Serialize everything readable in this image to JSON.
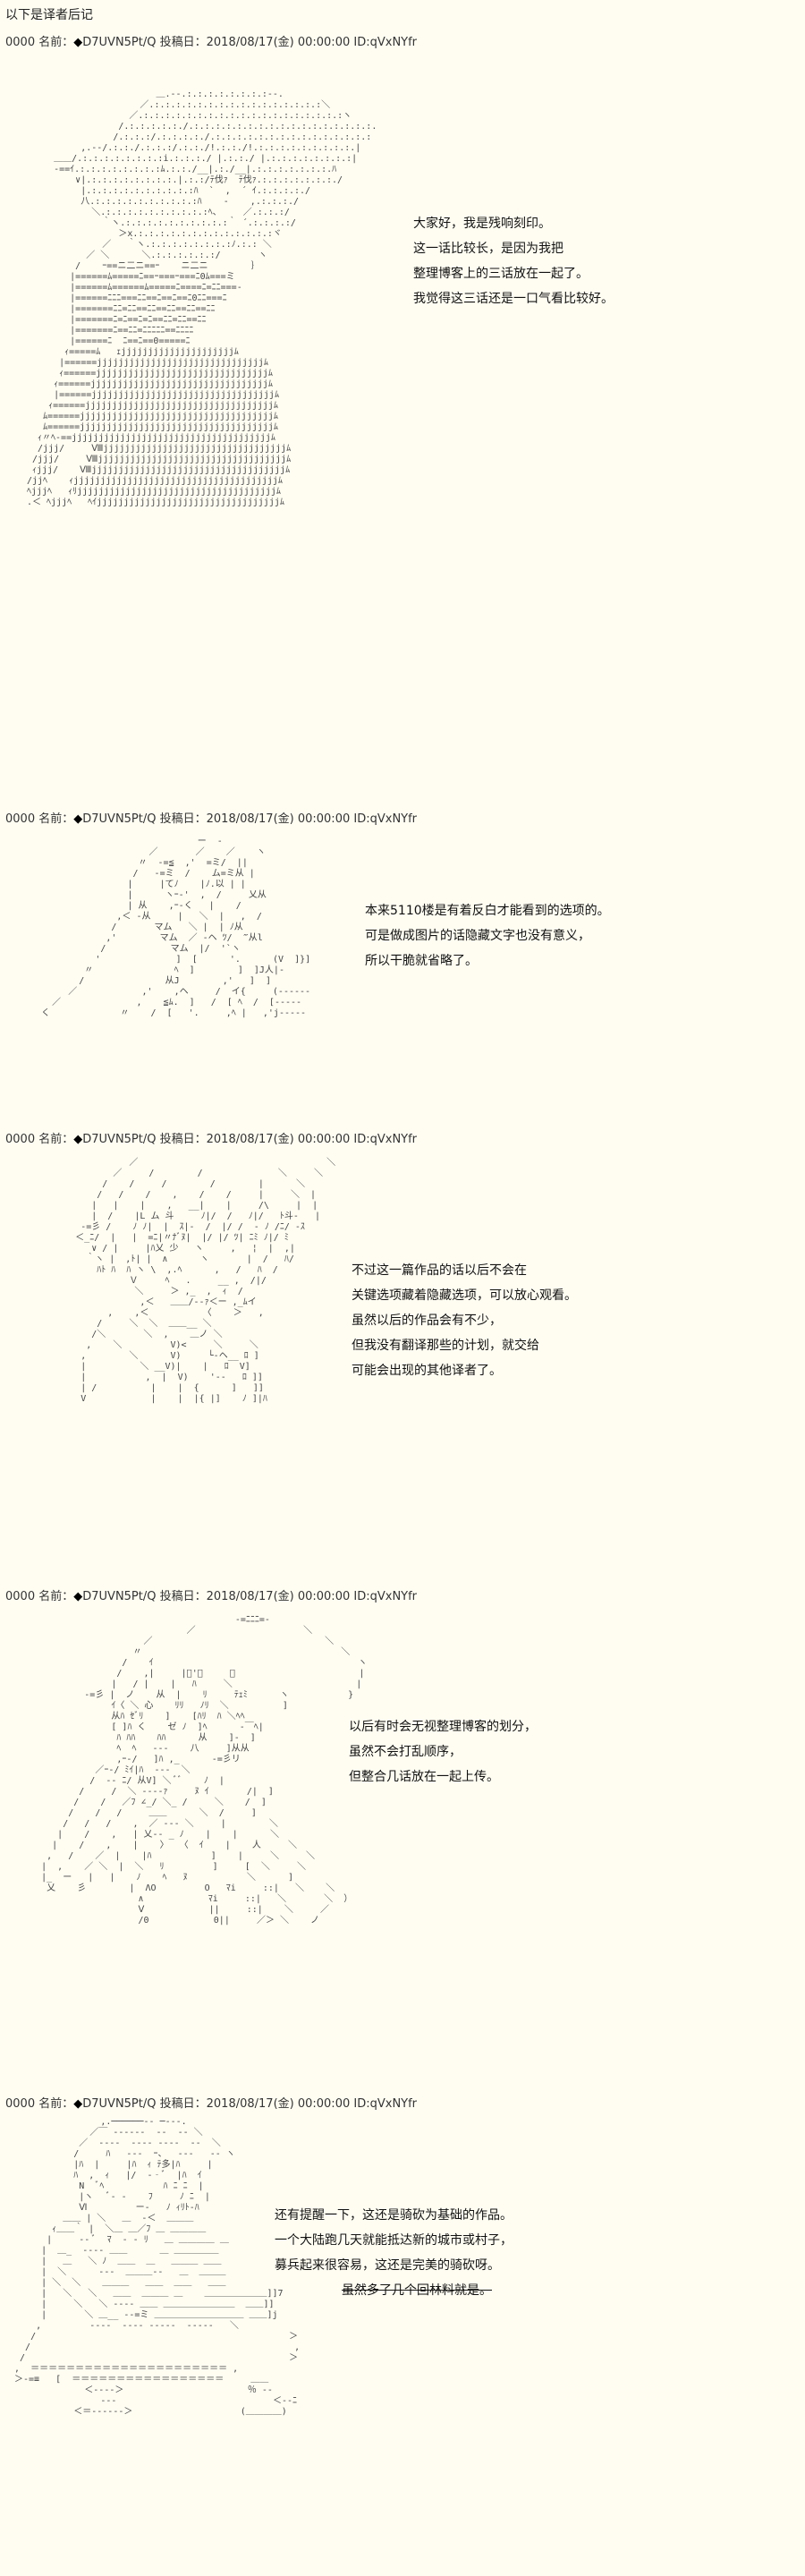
{
  "page": {
    "title": "以下是译者后记"
  },
  "posts": [
    {
      "header": {
        "number": "0000",
        "label": "名前：",
        "marker": "◆",
        "trip": "D7UVN5Pt/Q",
        "date_label": "投稿日：",
        "date": "2018/08/17(金) 00:00:00",
        "id": "ID:qVxNYfr"
      },
      "lines": [
        "大家好，我是残响刻印。",
        "这一话比较长，是因为我把",
        "整理博客上的三话放在一起了。",
        "我觉得这三话还是一口气看比较好。"
      ]
    },
    {
      "header": {
        "number": "0000",
        "label": "名前：",
        "marker": "◆",
        "trip": "D7UVN5Pt/Q",
        "date_label": "投稿日：",
        "date": "2018/08/17(金) 00:00:00",
        "id": "ID:qVxNYfr"
      },
      "lines": [
        "本来5110楼是有着反白才能看到的选项的。",
        "可是做成图片的话隐藏文字也没有意义，",
        "所以干脆就省略了。"
      ]
    },
    {
      "header": {
        "number": "0000",
        "label": "名前：",
        "marker": "◆",
        "trip": "D7UVN5Pt/Q",
        "date_label": "投稿日：",
        "date": "2018/08/17(金) 00:00:00",
        "id": "ID:qVxNYfr"
      },
      "lines": [
        "不过这一篇作品的话以后不会在",
        "关键选项藏着隐藏选项，可以放心观看。",
        "虽然以后的作品会有不少，",
        "但我没有翻译那些的计划，就交给",
        "可能会出现的其他译者了。"
      ]
    },
    {
      "header": {
        "number": "0000",
        "label": "名前：",
        "marker": "◆",
        "trip": "D7UVN5Pt/Q",
        "date_label": "投稿日：",
        "date": "2018/08/17(金) 00:00:00",
        "id": "ID:qVxNYfr"
      },
      "lines": [
        "以后有时会无视整理博客的划分，",
        "虽然不会打乱顺序，",
        "但整合几话放在一起上传。"
      ]
    },
    {
      "header": {
        "number": "0000",
        "label": "名前：",
        "marker": "◆",
        "trip": "D7UVN5Pt/Q",
        "date_label": "投稿日：",
        "date": "2018/08/17(金) 00:00:00",
        "id": "ID:qVxNYfr"
      },
      "lines": [
        "还有提醒一下，这还是骑砍为基础的作品。",
        "一个大陆跑几天就能抵达新的城市或村子，",
        "募兵起来很容易，这还是完美的骑砍呀。",
        "虽然多了几个回林料就是。"
      ]
    }
  ]
}
